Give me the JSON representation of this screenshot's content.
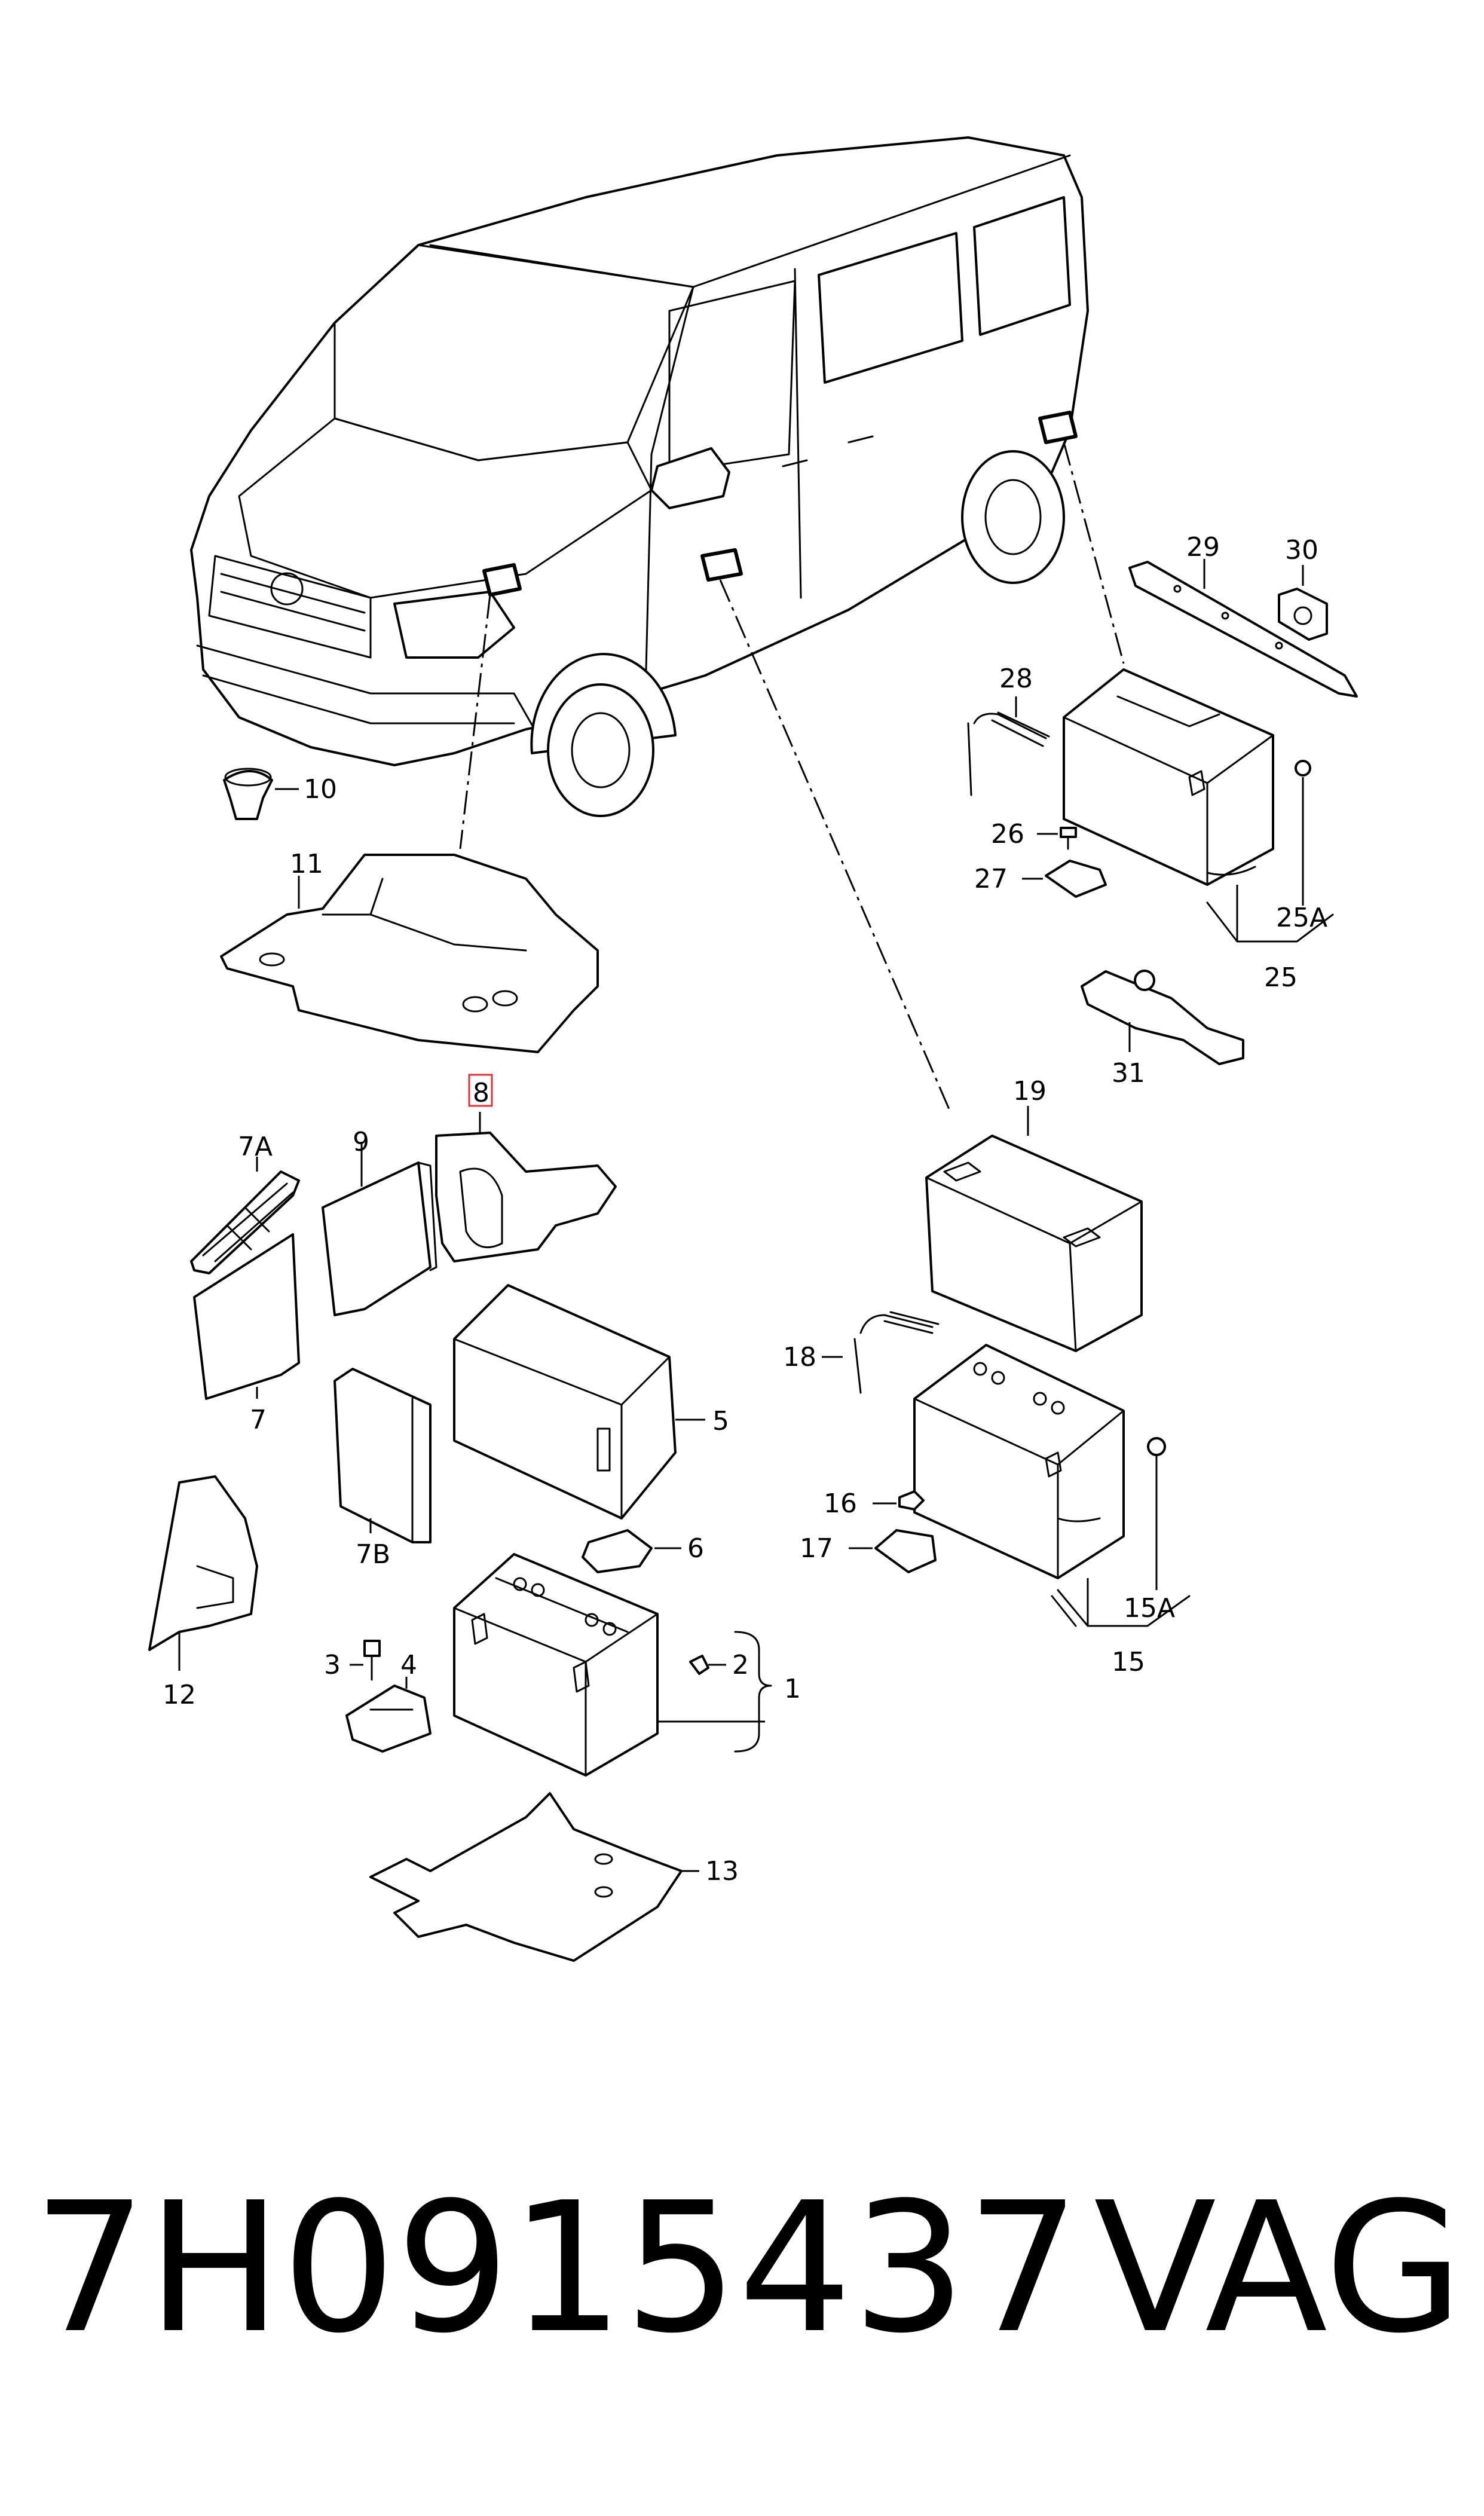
{
  "labels": {
    "l1": "1",
    "l2": "2",
    "l3": "3",
    "l4": "4",
    "l5": "5",
    "l6": "6",
    "l7": "7",
    "l7a": "7A",
    "l7b": "7B",
    "l8": "8",
    "l9": "9",
    "l10": "10",
    "l11": "11",
    "l12": "12",
    "l13": "13",
    "l15": "15",
    "l15a": "15A",
    "l16": "16",
    "l17": "17",
    "l18": "18",
    "l19": "19",
    "l25": "25",
    "l25a": "25A",
    "l26": "26",
    "l27": "27",
    "l28": "28",
    "l29": "29",
    "l30": "30",
    "l31": "31"
  },
  "highlighted_label": "8",
  "highlight_color": "#e0303a",
  "footer": {
    "part_number": "7H0915437",
    "brand": "VAG"
  }
}
